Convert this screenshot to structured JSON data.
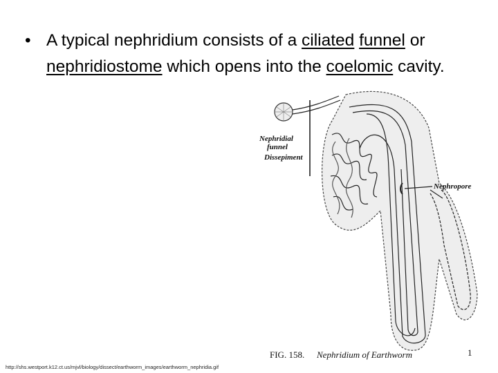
{
  "bullet": {
    "marker": "•",
    "text_1": "A typical nephridium consists of a ",
    "link_ciliated": "ciliated",
    "break": " ",
    "link_funnel": "funnel",
    "text_2": " or ",
    "link_nephridiostome": "nephridiostome",
    "text_3": " which opens into the ",
    "link_coelomic": "coelomic",
    "text_4": " cavity."
  },
  "figure": {
    "label_nephridial": "Nephridial",
    "label_funnel": "funnel",
    "label_dissepiment": "Dissepiment",
    "label_nephropore": "Nephropore",
    "caption_fig": "FIG. 158.",
    "caption_title": "Nephridium of Earthworm",
    "caption_note": "1"
  },
  "source_url": "http://shs.westport.k12.ct.us/mjvl/biology/dissect/earthworm_images/earthworm_nephridia.gif"
}
